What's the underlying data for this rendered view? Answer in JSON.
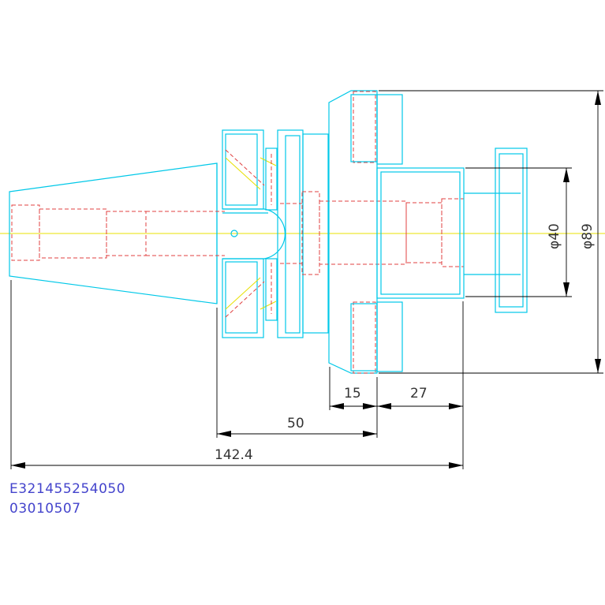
{
  "dimensions": {
    "overall_length": "142.4",
    "taper_to_face": "50",
    "flange_width": "15",
    "pilot_length": "27",
    "pilot_diameter": "φ40",
    "flange_diameter": "φ89"
  },
  "part_codes": {
    "code_1": "E321455254050",
    "code_2": "03010507"
  },
  "colors": {
    "outline": "#00c8e8",
    "hidden": "#e04040",
    "centerline": "#e8e000",
    "dimension": "#000000",
    "code_text": "#4444cc"
  }
}
